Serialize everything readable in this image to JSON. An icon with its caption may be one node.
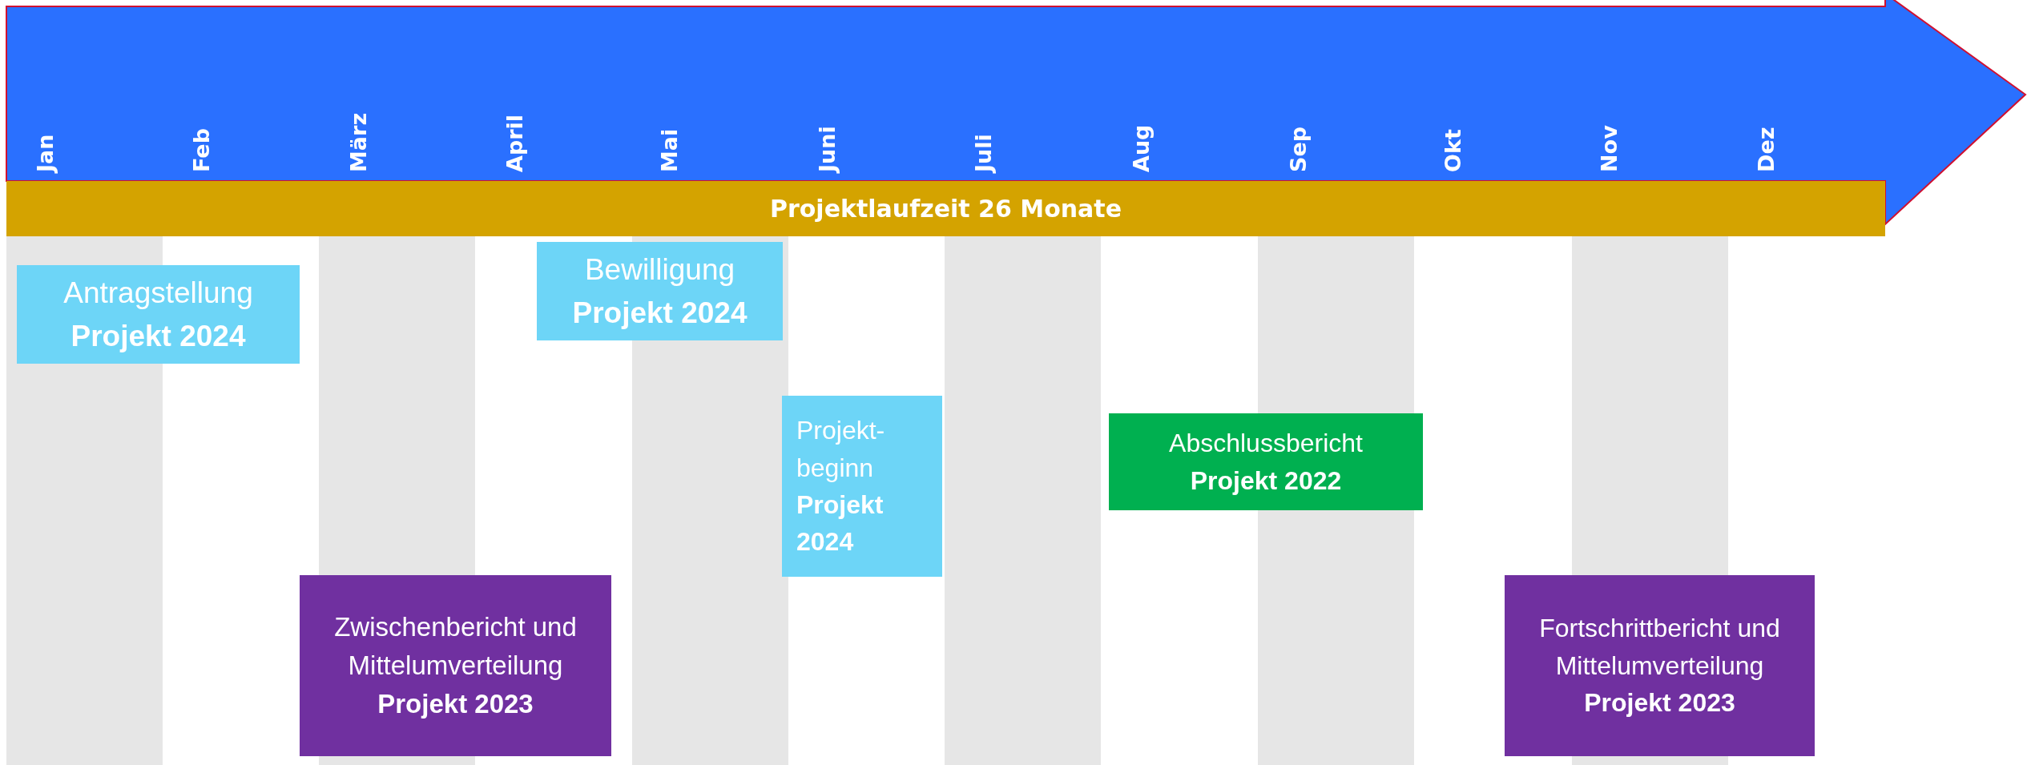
{
  "diagram": {
    "nodes": [
      {
        "text": [
          "Projektlaufzeit 26 Monate"
        ]
      },
      {
        "text": [
          "Antragstellung",
          "Projekt 2024"
        ]
      },
      {
        "text": [
          "Bewilligung",
          "Projekt 2024"
        ]
      },
      {
        "text": [
          "Projekt- beginn",
          "Projekt 2024"
        ]
      },
      {
        "text": [
          "Abschlussbericht",
          "Projekt 2022"
        ]
      },
      {
        "text": [
          "Zwischenbericht und Mittelumverteilung",
          "Projekt 2023"
        ]
      },
      {
        "text": [
          "Fortschrittbericht und Mittelumverteilung",
          "Projekt 2023"
        ]
      }
    ],
    "labels": [
      "Jan",
      "Feb",
      "März",
      "April",
      "Mai",
      "Juni",
      "Juli",
      "Aug",
      "Sep",
      "Okt",
      "Nov",
      "Dez"
    ]
  }
}
